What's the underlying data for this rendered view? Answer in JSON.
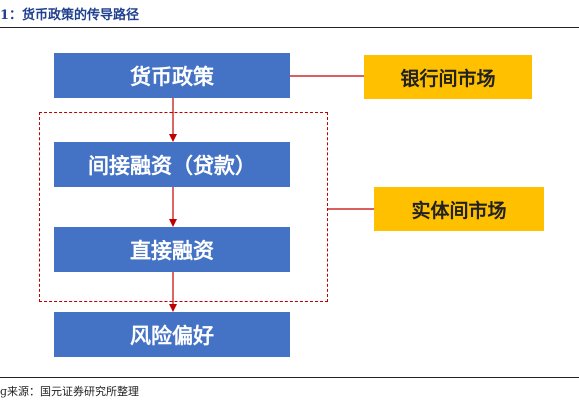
{
  "figure": {
    "title": "1：货币政策的传导路径",
    "source": "ɡ来源：国元证券研究所整理"
  },
  "flow": {
    "monetary_policy": "货币政策",
    "indirect_financing": "间接融资（贷款）",
    "direct_financing": "直接融资",
    "risk_appetite": "风险偏好"
  },
  "markets": {
    "interbank": "银行间市场",
    "real_economy": "实体间市场"
  },
  "colors": {
    "flow_box": "#4472c4",
    "market_box": "#ffc000",
    "connector": "#c00000",
    "title": "#1f3f8f"
  }
}
